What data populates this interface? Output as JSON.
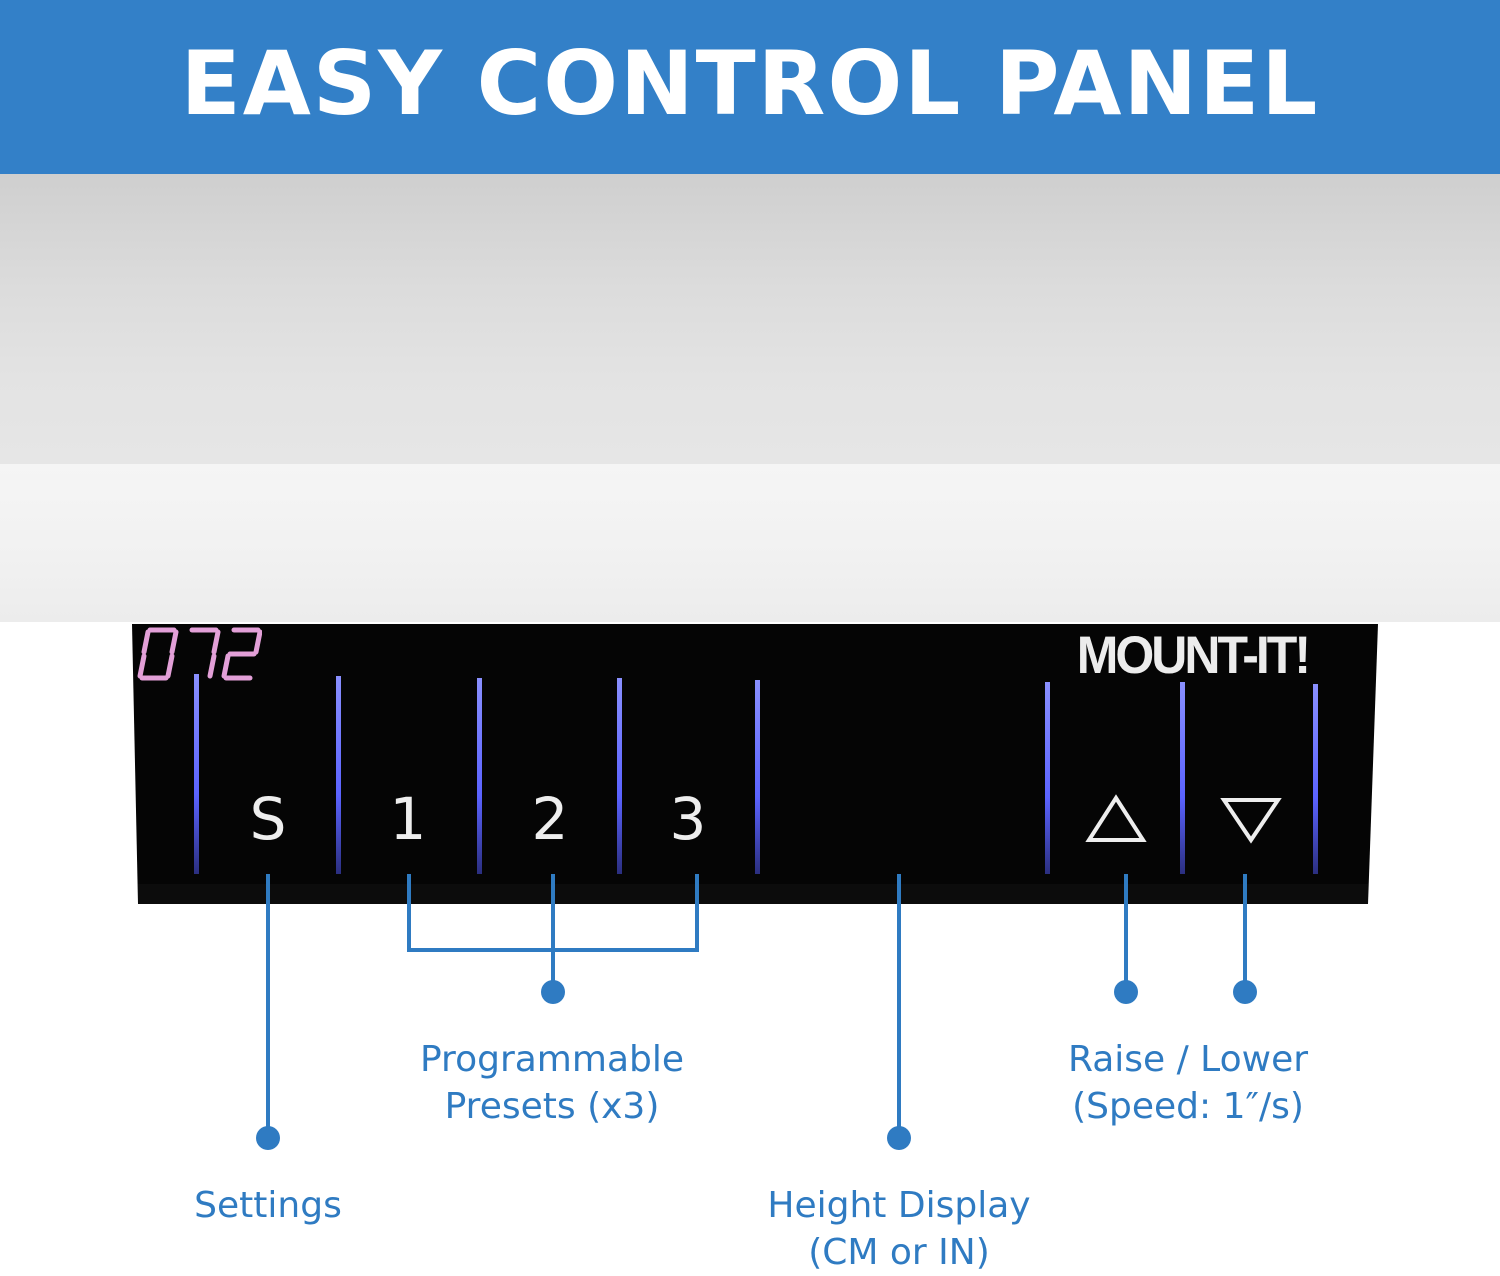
{
  "banner": {
    "title": "EASY CONTROL PANEL"
  },
  "panel": {
    "brand_logo": "MOUNT-IT!",
    "keys": [
      "S",
      "1",
      "2",
      "3"
    ],
    "height_readout": "072",
    "display_color": "#e3a0d8",
    "accent_line_color": "#5b63ff",
    "raise_icon": "triangle-up-icon",
    "lower_icon": "triangle-down-icon"
  },
  "callouts": {
    "settings": "Settings",
    "presets_line1": "Programmable",
    "presets_line2": "Presets (x3)",
    "height_line1": "Height Display",
    "height_line2": "(CM or IN)",
    "raise_lower_line1": "Raise / Lower",
    "raise_lower_line2": "(Speed: 1″/s)"
  },
  "colors": {
    "brand_blue": "#3380c8",
    "label_blue": "#2f7bc2"
  }
}
